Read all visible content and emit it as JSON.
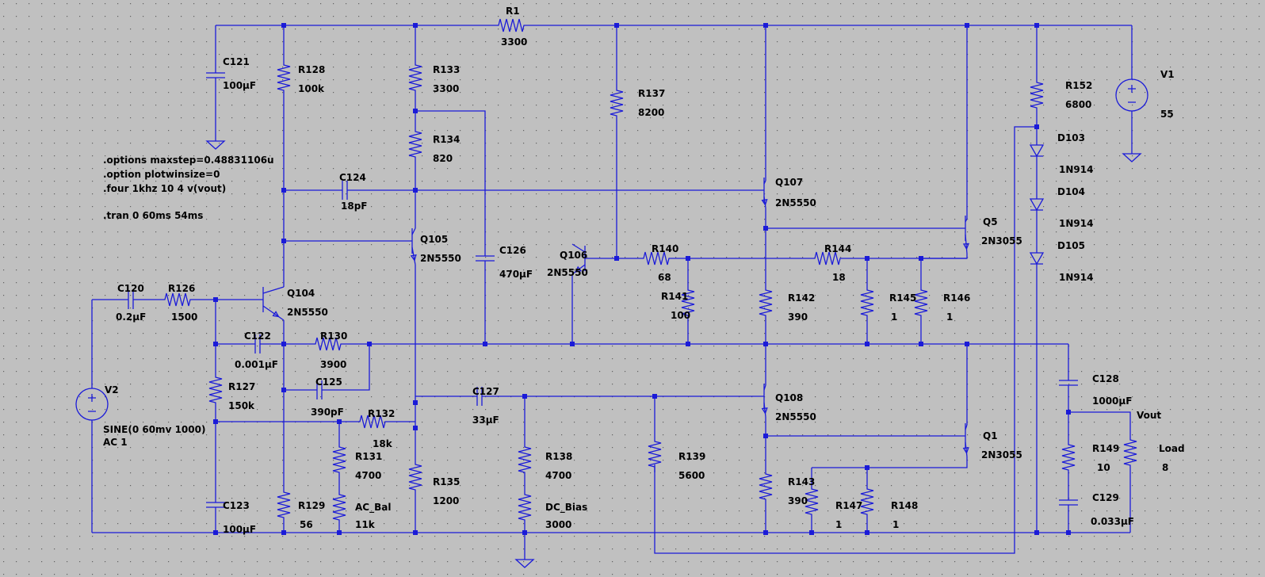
{
  "colors": {
    "background": "#c0c0c0",
    "wire": "#1b1bd8",
    "grid_dot": "#606060",
    "text": "#000000"
  },
  "directives": [
    ".options maxstep=0.48831106u",
    ".option plotwinsize=0",
    ".four 1khz 10 4 v(vout)",
    ".tran 0 60ms 54ms"
  ],
  "labels": {
    "R1": "R1",
    "R1_val": "3300",
    "C121": "C121",
    "C121_val": "100µF",
    "R128": "R128",
    "R128_val": "100k",
    "R133": "R133",
    "R133_val": "3300",
    "R134": "R134",
    "R134_val": "820",
    "R137": "R137",
    "R137_val": "8200",
    "R152": "R152",
    "R152_val": "6800",
    "V1": "V1",
    "V1_val": "55",
    "D103": "D103",
    "D103_val": "1N914",
    "D104": "D104",
    "D104_val": "1N914",
    "D105": "D105",
    "D105_val": "1N914",
    "C124": "C124",
    "C124_val": "18pF",
    "Q107": "Q107",
    "Q107_val": "2N5550",
    "Q5": "Q5",
    "Q5_val": "2N3055",
    "Q105": "Q105",
    "Q105_val": "2N5550",
    "C126": "C126",
    "C126_val": "470µF",
    "Q106": "Q106",
    "Q106_val": "2N5550",
    "R140": "R140",
    "R140_val": "68",
    "R144": "R144",
    "R144_val": "18",
    "C120": "C120",
    "C120_val": "0.2µF",
    "R126": "R126",
    "R126_val": "1500",
    "Q104": "Q104",
    "Q104_val": "2N5550",
    "R141": "R141",
    "R141_val": "100",
    "R142": "R142",
    "R142_val": "390",
    "R145": "R145",
    "R145_val": "1",
    "R146": "R146",
    "R146_val": "1",
    "C122": "C122",
    "C122_val": "0.001µF",
    "R130": "R130",
    "R130_val": "3900",
    "V2": "V2",
    "V2_val": "SINE(0 60mv 1000)",
    "V2_ac": "AC 1",
    "R127": "R127",
    "R127_val": "150k",
    "C125": "C125",
    "C125_val": "390pF",
    "C127": "C127",
    "C127_val": "33µF",
    "Q108": "Q108",
    "Q108_val": "2N5550",
    "C128": "C128",
    "C128_val": "1000µF",
    "R132": "R132",
    "R132_val": "18k",
    "Vout": "Vout",
    "Q1": "Q1",
    "Q1_val": "2N3055",
    "R131": "R131",
    "R131_val": "4700",
    "R138": "R138",
    "R138_val": "4700",
    "R139": "R139",
    "R139_val": "5600",
    "R149": "R149",
    "R149_val": "10",
    "Load": "Load",
    "Load_val": "8",
    "R143": "R143",
    "R143_val": "390",
    "R135": "R135",
    "R135_val": "1200",
    "AC_Bal": "AC_Bal",
    "AC_Bal_val": "11k",
    "DC_Bias": "DC_Bias",
    "DC_Bias_val": "3000",
    "C123": "C123",
    "C123_val": "100µF",
    "R129": "R129",
    "R129_val": "56",
    "R147": "R147",
    "R147_val": "1",
    "R148": "R148",
    "R148_val": "1",
    "C129": "C129",
    "C129_val": "0.033µF"
  }
}
